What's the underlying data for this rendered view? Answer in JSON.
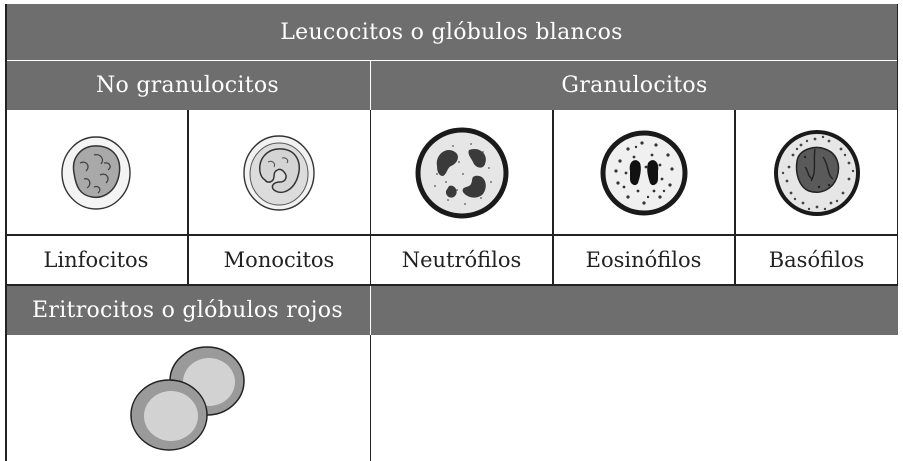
{
  "header": {
    "title": "Leucocitos o glóbulos blancos",
    "no_granulocitos": "No granulocitos",
    "granulocitos": "Granulocitos"
  },
  "cells": [
    {
      "label": "Linfocitos",
      "icon": "lymphocyte-icon"
    },
    {
      "label": "Monocitos",
      "icon": "monocyte-icon"
    },
    {
      "label": "Neutrófilos",
      "icon": "neutrophil-icon"
    },
    {
      "label": "Eosinófilos",
      "icon": "eosinophil-icon"
    },
    {
      "label": "Basófilos",
      "icon": "basophil-icon"
    }
  ],
  "erythrocytes": {
    "title": "Eritrocitos o glóbulos rojos",
    "icon": "erythrocytes-icon"
  },
  "colors": {
    "header_bg": "#6e6e6e",
    "header_text": "#ffffff",
    "border": "#222222"
  }
}
